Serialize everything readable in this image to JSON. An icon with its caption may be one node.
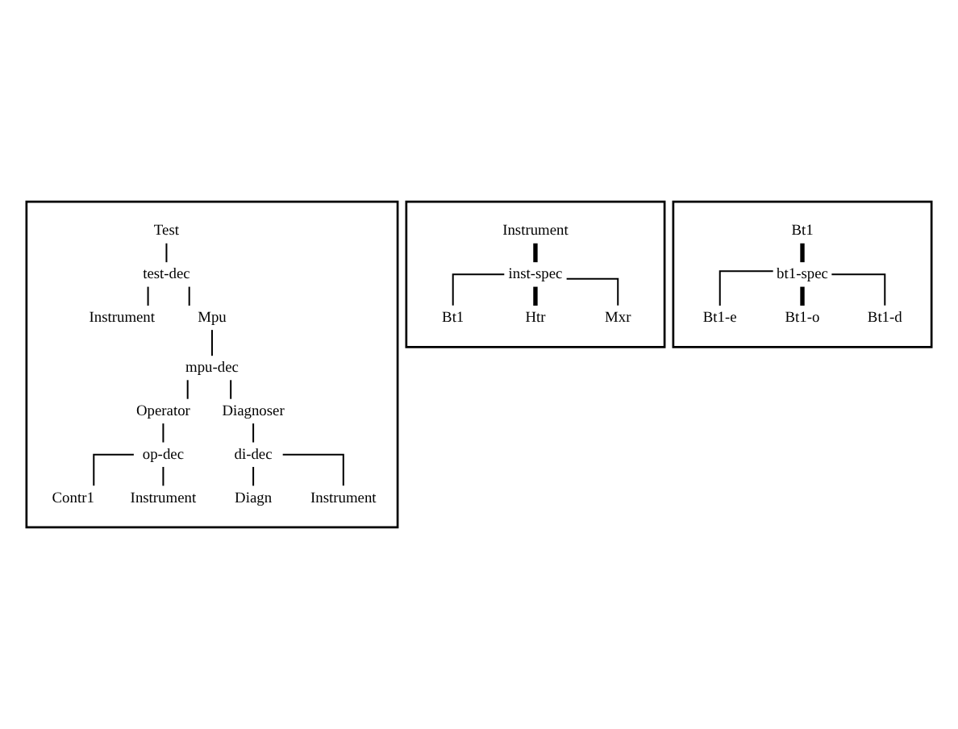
{
  "diagram": {
    "nodes": [
      {
        "text": [],
        "shape": "box"
      },
      {
        "text": [
          "Test"
        ],
        "in": 0
      },
      {
        "text": [
          "test-dec"
        ],
        "in": 0
      },
      {
        "text": [
          "Instrument"
        ],
        "in": 0
      },
      {
        "text": [
          "Mpu"
        ],
        "in": 0
      },
      {
        "text": [
          "mpu-dec"
        ],
        "in": 0
      },
      {
        "text": [
          "Operator"
        ],
        "in": 0
      },
      {
        "text": [
          "Diagnoser"
        ],
        "in": 0
      },
      {
        "text": [
          "op-dec"
        ],
        "in": 0
      },
      {
        "text": [
          "di-dec"
        ],
        "in": 0
      },
      {
        "text": [
          "Contr1"
        ],
        "in": 0
      },
      {
        "text": [
          "Instrument"
        ],
        "in": 0
      },
      {
        "text": [
          "Diagn"
        ],
        "in": 0
      },
      {
        "text": [
          "Instrument"
        ],
        "in": 0
      },
      {
        "text": [],
        "shape": "box"
      },
      {
        "text": [
          "Instrument"
        ],
        "in": 14
      },
      {
        "text": [
          "inst-spec"
        ],
        "in": 14
      },
      {
        "text": [
          "Bt1"
        ],
        "in": 14
      },
      {
        "text": [
          "Htr"
        ],
        "in": 14
      },
      {
        "text": [
          "Mxr"
        ],
        "in": 14
      },
      {
        "text": [],
        "shape": "box"
      },
      {
        "text": [
          "Bt1"
        ],
        "in": 20
      },
      {
        "text": [
          "bt1-spec"
        ],
        "in": 20
      },
      {
        "text": [
          "Bt1-e"
        ],
        "in": 20
      },
      {
        "text": [
          "Bt1-o"
        ],
        "in": 20
      },
      {
        "text": [
          "Bt1-d"
        ],
        "in": 20
      }
    ],
    "edges": [
      {
        "from": 1,
        "to": 2,
        "arrow": "none"
      },
      {
        "from": 2,
        "to": 3,
        "arrow": "none"
      },
      {
        "from": 2,
        "to": 4,
        "arrow": "none"
      },
      {
        "from": 4,
        "to": 5,
        "arrow": "none"
      },
      {
        "from": 5,
        "to": 6,
        "arrow": "none"
      },
      {
        "from": 5,
        "to": 7,
        "arrow": "none"
      },
      {
        "from": 6,
        "to": 8,
        "arrow": "none"
      },
      {
        "from": 7,
        "to": 9,
        "arrow": "none"
      },
      {
        "from": 8,
        "to": 10,
        "arrow": "none"
      },
      {
        "from": 8,
        "to": 11,
        "arrow": "none"
      },
      {
        "from": 9,
        "to": 12,
        "arrow": "none"
      },
      {
        "from": 9,
        "to": 13,
        "arrow": "none"
      },
      {
        "from": 15,
        "to": 16,
        "arrow": "none",
        "style": "thick"
      },
      {
        "from": 16,
        "to": 17,
        "arrow": "none"
      },
      {
        "from": 16,
        "to": 18,
        "arrow": "none",
        "style": "thick"
      },
      {
        "from": 16,
        "to": 19,
        "arrow": "none"
      },
      {
        "from": 21,
        "to": 22,
        "arrow": "none",
        "style": "thick"
      },
      {
        "from": 22,
        "to": 23,
        "arrow": "none"
      },
      {
        "from": 22,
        "to": 24,
        "arrow": "none",
        "style": "thick"
      },
      {
        "from": 22,
        "to": 25,
        "arrow": "none"
      }
    ]
  }
}
